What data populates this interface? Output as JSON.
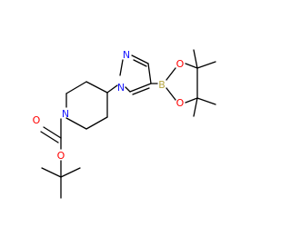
{
  "atoms": {
    "n_pyrazole_1": "N",
    "n_pyrazole_2": "N",
    "n_piperidine": "N",
    "boron": "B",
    "o_boronate_top": "O",
    "o_boronate_bottom": "O",
    "o_carbonyl": "O",
    "o_ester": "O"
  },
  "colors": {
    "bond": "#000000",
    "nitrogen": "#1a1aff",
    "oxygen": "#ff0000",
    "boron": "#b5a642"
  }
}
